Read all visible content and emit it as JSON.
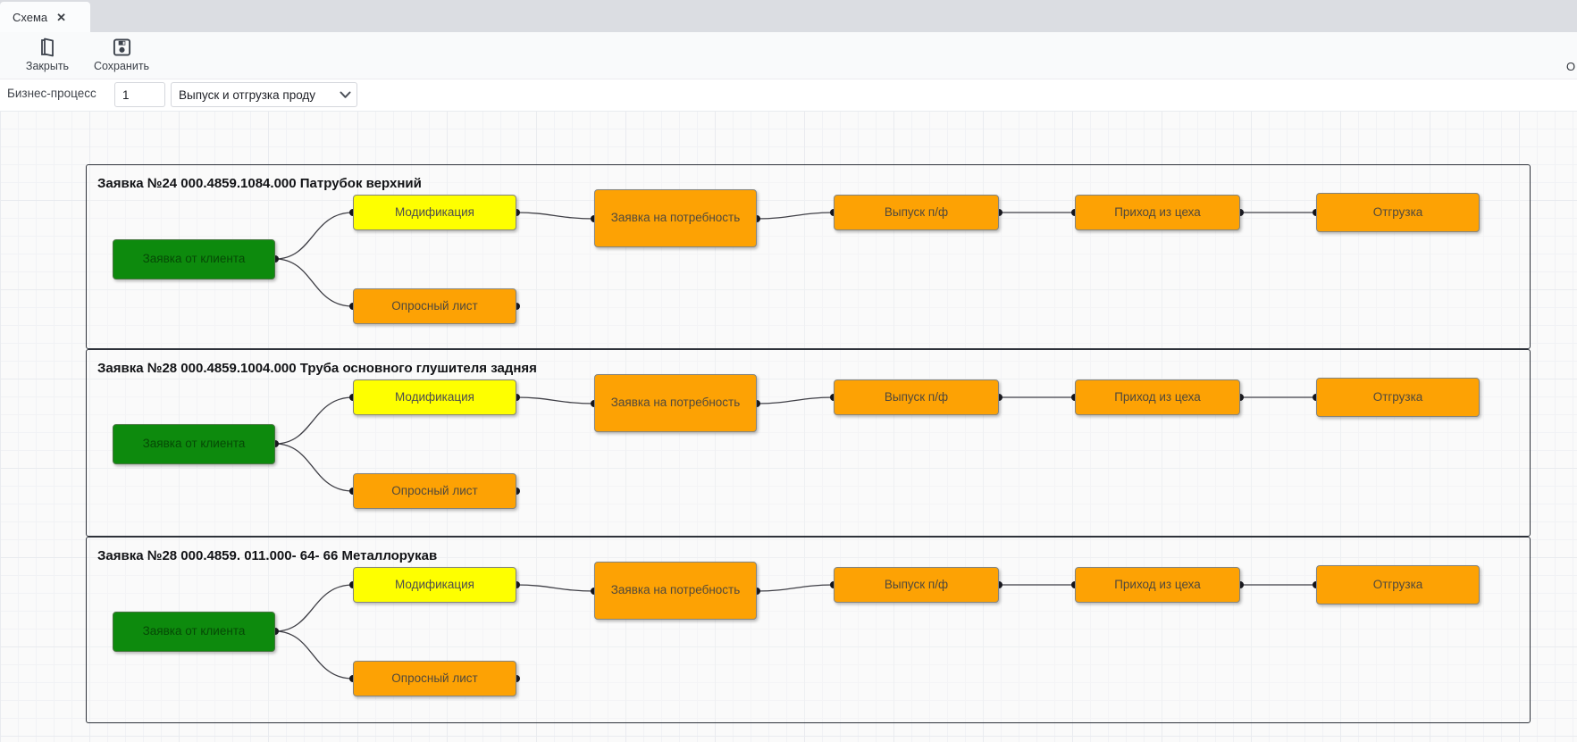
{
  "tab": {
    "label": "Схема",
    "close_glyph": "✕"
  },
  "toolbar": {
    "close_button": {
      "label": "Закрыть",
      "icon": "door-icon"
    },
    "save_button": {
      "label": "Сохранить",
      "icon": "floppy-icon"
    },
    "right_truncated_text": "О"
  },
  "params": {
    "label": "Бизнес-процесс",
    "number_value": "1",
    "process_value": "Выпуск и отгрузка проду",
    "chevron_icon": "chevron-down-icon"
  },
  "diagram": {
    "colors": {
      "start_node": "#0d8a0d",
      "modification_node": "#feff00",
      "task_node": "#fda204",
      "edge": "#3f3f46",
      "group_border": "#2e323a"
    },
    "groups": [
      {
        "title": "Заявка №24 000.4859.1084.000 Патрубок верхний",
        "nodes": {
          "start": "Заявка от клиента",
          "modification": "Модификация",
          "questionnaire": "Опросный лист",
          "demand": "Заявка на потребность",
          "release": "Выпуск п/ф",
          "arrival": "Приход из цеха",
          "shipment": "Отгрузка"
        }
      },
      {
        "title": "Заявка №28 000.4859.1004.000 Труба основного глушителя задняя",
        "nodes": {
          "start": "Заявка от клиента",
          "modification": "Модификация",
          "questionnaire": "Опросный лист",
          "demand": "Заявка на потребность",
          "release": "Выпуск п/ф",
          "arrival": "Приход из цеха",
          "shipment": "Отгрузка"
        }
      },
      {
        "title": "Заявка №28 000.4859. 011.000- 64- 66 Металлорукав",
        "nodes": {
          "start": "Заявка от клиента",
          "modification": "Модификация",
          "questionnaire": "Опросный лист",
          "demand": "Заявка на потребность",
          "release": "Выпуск п/ф",
          "arrival": "Приход из цеха",
          "shipment": "Отгрузка"
        }
      }
    ]
  }
}
